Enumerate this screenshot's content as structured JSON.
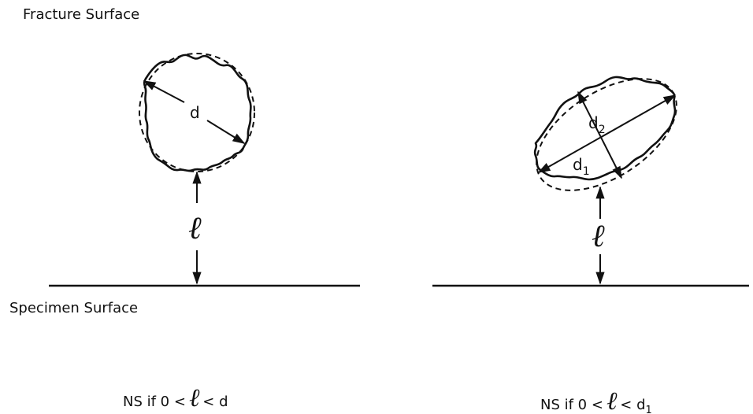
{
  "labels": {
    "fracture_surface": "Fracture Surface",
    "specimen_surface": "Specimen Surface"
  },
  "left_defect": {
    "diameter_label": "d",
    "distance_symbol": "ℓ",
    "condition_prefix": "NS if 0 <",
    "condition_symbol": "ℓ",
    "condition_suffix": "< d"
  },
  "right_defect": {
    "d1_base": "d",
    "d1_sub": "1",
    "d2_base": "d",
    "d2_sub": "2",
    "distance_symbol": "ℓ",
    "condition_prefix": "NS if 0 <",
    "condition_symbol": "ℓ",
    "condition_suffix_base": "< d",
    "condition_suffix_sub": "1"
  },
  "colors": {
    "line": "#111111",
    "background": "#ffffff"
  }
}
